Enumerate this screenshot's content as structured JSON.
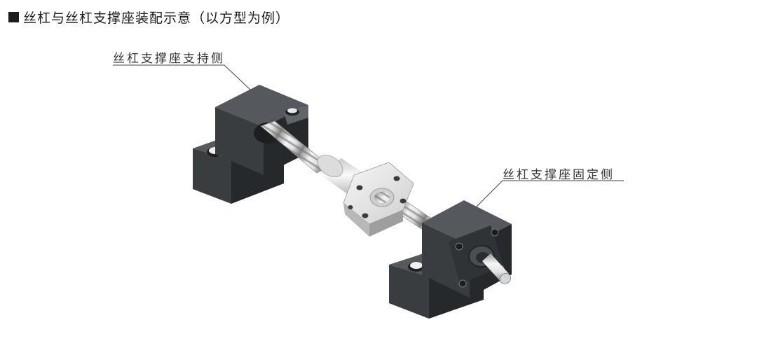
{
  "page": {
    "title": "丝杠与丝杠支撑座装配示意（以方型为例）"
  },
  "labels": {
    "support_side": "丝杠支撑座支持侧",
    "fixed_side": "丝杠支撑座固定侧"
  },
  "colors": {
    "block_front": "#3a3d40",
    "block_top": "#55595d",
    "block_side": "#26292b",
    "screw_light": "#f2f2f2",
    "screw_dark": "#8d8d8d",
    "leader_line": "#444444"
  }
}
